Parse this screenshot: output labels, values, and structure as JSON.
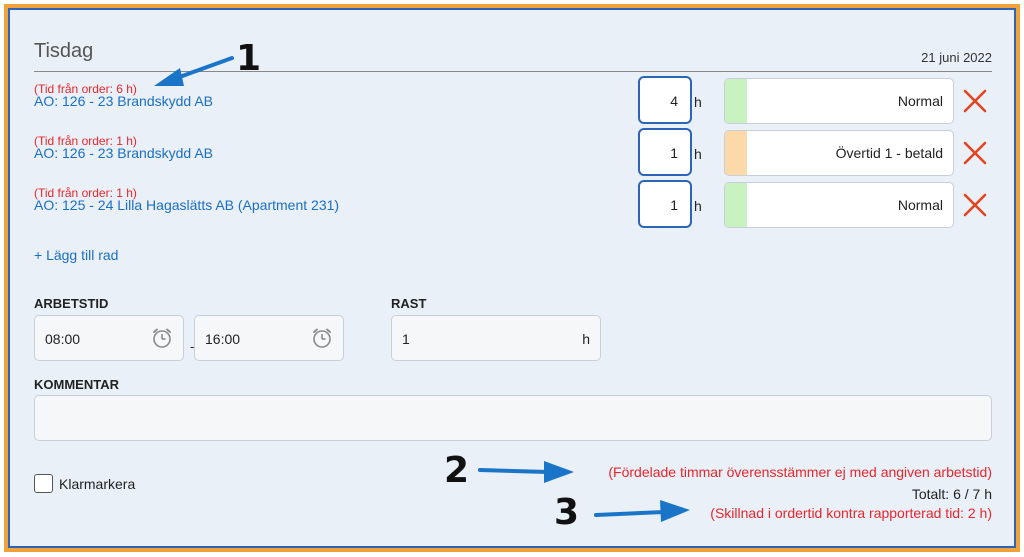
{
  "day": {
    "title": "Tisdag",
    "date": "21 juni 2022"
  },
  "rows": [
    {
      "note": "(Tid från order: 6 h)",
      "order": "AO: 126 - 23 Brandskydd AB",
      "hours": "4",
      "unit": "h",
      "type": "Normal",
      "type_color": "#c8f2c0"
    },
    {
      "note": "(Tid från order: 1 h)",
      "order": "AO: 126 - 23 Brandskydd AB",
      "hours": "1",
      "unit": "h",
      "type": "Övertid 1 - betald",
      "type_color": "#fcd9a8"
    },
    {
      "note": "(Tid från order: 1 h)",
      "order": "AO: 125 - 24 Lilla Hagaslätts AB (Apartment 231)",
      "hours": "1",
      "unit": "h",
      "type": "Normal",
      "type_color": "#c8f2c0"
    }
  ],
  "add_row": "+ Lägg till rad",
  "worktime": {
    "label": "ARBETSTID",
    "start": "08:00",
    "separator": "-",
    "end": "16:00"
  },
  "break": {
    "label": "RAST",
    "value": "1",
    "unit": "h"
  },
  "comment": {
    "label": "KOMMENTAR",
    "value": ""
  },
  "ready": {
    "label": "Klarmarkera"
  },
  "warnings": {
    "mismatch": "(Fördelade timmar överensstämmer ej med angiven arbetstid)",
    "total": "Totalt: 6 / 7 h",
    "difference": "(Skillnad i ordertid kontra rapporterad tid: 2 h)"
  },
  "annotations": {
    "one": "1",
    "two": "2",
    "three": "3"
  },
  "colors": {
    "accent_blue": "#1a6fc2",
    "warning_red": "#e8262b",
    "frame_orange": "#f0a23a",
    "frame_blue": "#2e63b8"
  }
}
